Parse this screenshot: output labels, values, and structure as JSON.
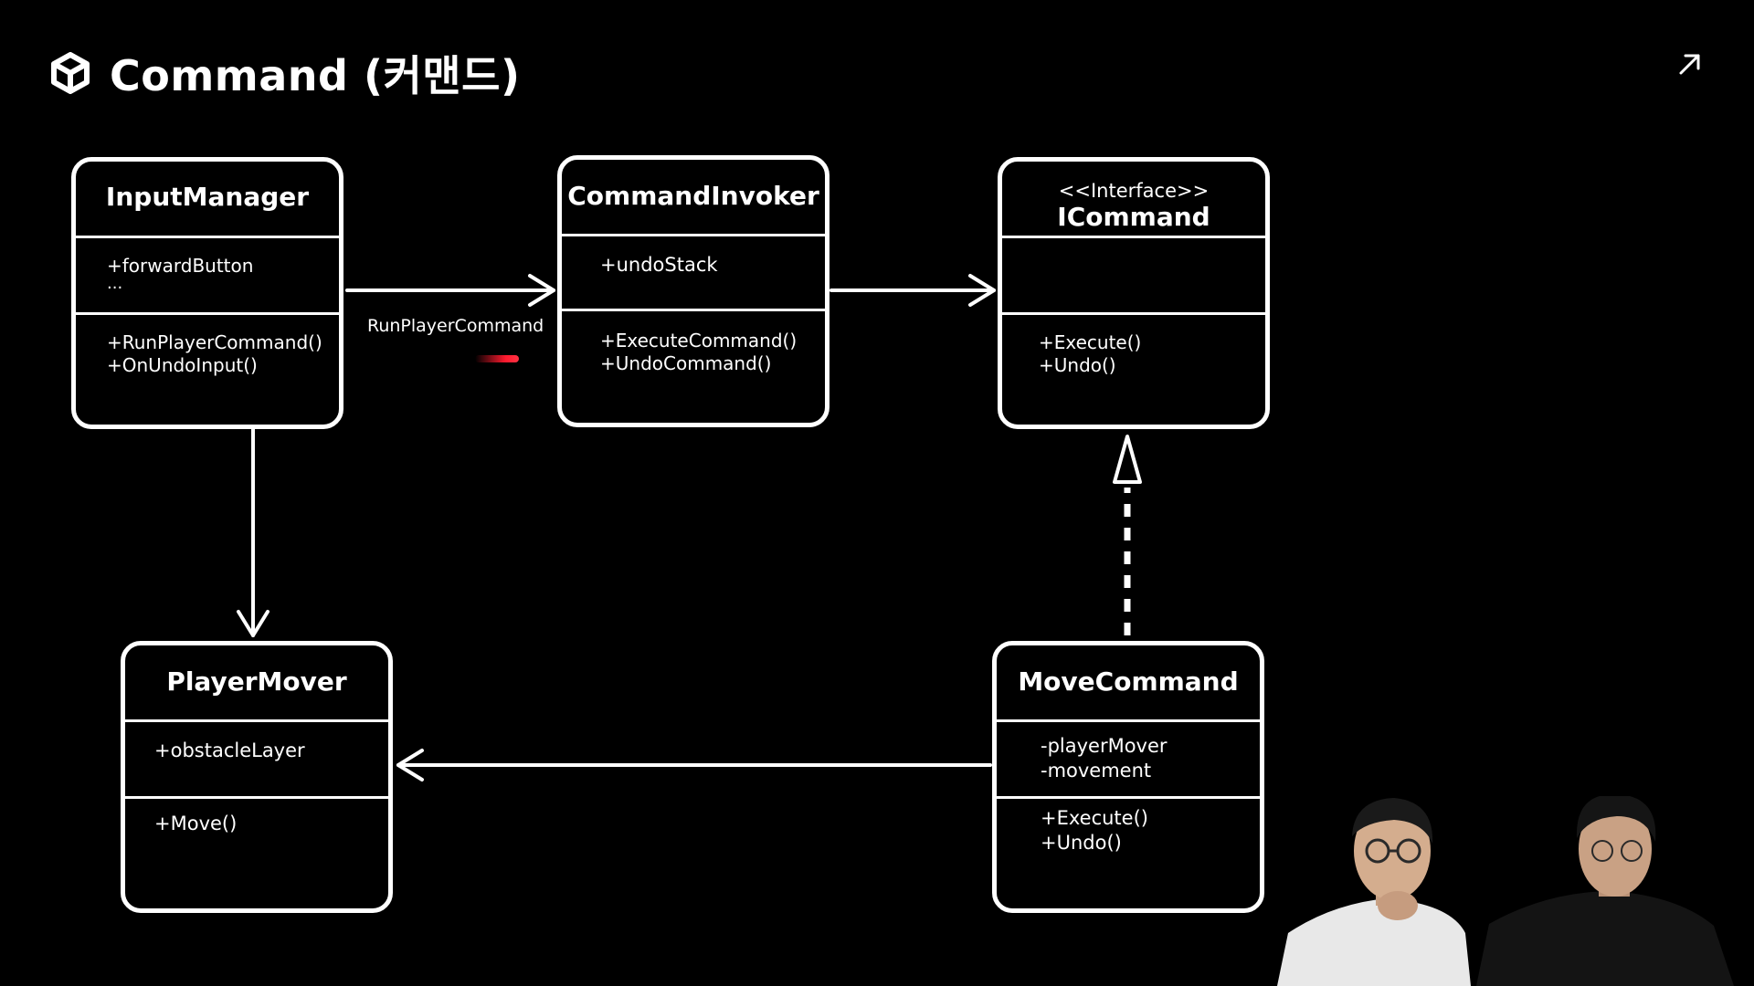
{
  "header": {
    "title": "Command (커맨드)",
    "logo_icon": "unity-cube-icon",
    "expand_icon": "expand-arrow-icon"
  },
  "diagram": {
    "classes": {
      "input_manager": {
        "name": "InputManager",
        "attributes": [
          "+forwardButton",
          "..."
        ],
        "methods": [
          "+RunPlayerCommand()",
          "+OnUndoInput()"
        ]
      },
      "command_invoker": {
        "name": "CommandInvoker",
        "attributes": [
          "+undoStack"
        ],
        "methods": [
          "+ExecuteCommand()",
          "+UndoCommand()"
        ]
      },
      "icommand": {
        "stereotype": "<<Interface>>",
        "name": "ICommand",
        "attributes": [],
        "methods": [
          "+Execute()",
          "+Undo()"
        ]
      },
      "player_mover": {
        "name": "PlayerMover",
        "attributes": [
          "+obstacleLayer"
        ],
        "methods": [
          "+Move()"
        ]
      },
      "move_command": {
        "name": "MoveCommand",
        "attributes": [
          "-playerMover",
          "-movement"
        ],
        "methods": [
          "+Execute()",
          "+Undo()"
        ]
      }
    },
    "edges": [
      {
        "from": "InputManager",
        "to": "CommandInvoker",
        "kind": "association",
        "label": "RunPlayerCommand"
      },
      {
        "from": "CommandInvoker",
        "to": "ICommand",
        "kind": "association",
        "label": ""
      },
      {
        "from": "InputManager",
        "to": "PlayerMover",
        "kind": "association",
        "label": ""
      },
      {
        "from": "MoveCommand",
        "to": "PlayerMover",
        "kind": "association",
        "label": ""
      },
      {
        "from": "MoveCommand",
        "to": "ICommand",
        "kind": "realization",
        "label": ""
      }
    ]
  },
  "overlay": {
    "laser_color": "#ff1a2e",
    "webcam_icon": "presenters-webcam-icon"
  },
  "colors": {
    "background": "#000000",
    "foreground": "#ffffff"
  }
}
